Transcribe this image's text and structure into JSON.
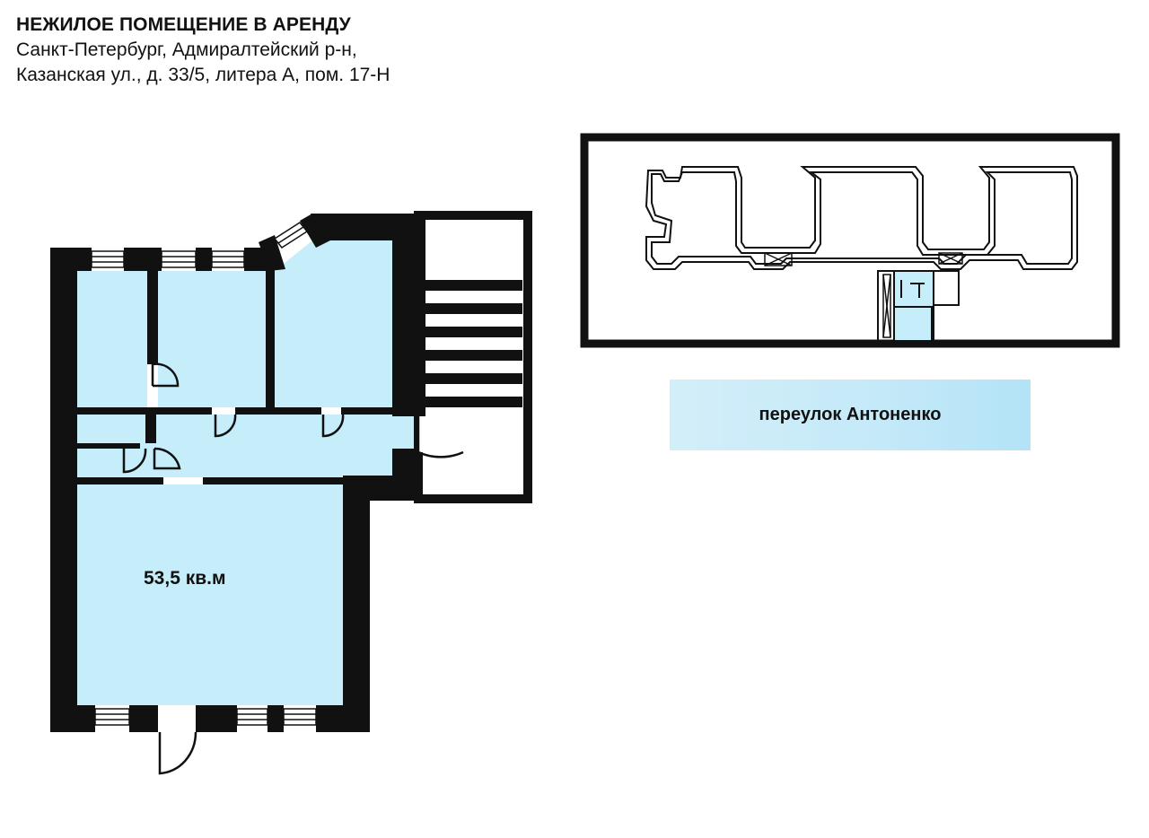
{
  "header": {
    "title": "НЕЖИЛОЕ ПОМЕЩЕНИЕ В АРЕНДУ",
    "address_line_1": "Санкт-Петербург, Адмиралтейский р-н,",
    "address_line_2": "Казанская ул., д. 33/5, литера А, пом. 17-Н"
  },
  "floor_plan": {
    "area_label": "53,5 кв.м"
  },
  "site_plan": {
    "street_label": "переулок Антоненко"
  },
  "colors": {
    "room_fill": "#c6eefa",
    "wall": "#111111",
    "street_fill": "#c4e9f8",
    "background": "#ffffff"
  }
}
